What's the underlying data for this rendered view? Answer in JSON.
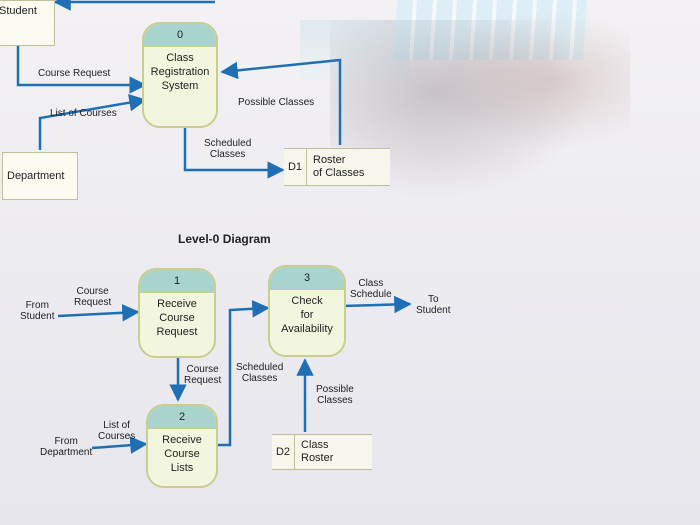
{
  "top_diagram": {
    "entity_student": "Student",
    "entity_department": "Department",
    "process_0": {
      "id": "0",
      "name_lines": [
        "Class",
        "Registration",
        "System"
      ]
    },
    "store_d1": {
      "id": "D1",
      "name_lines": [
        "Roster",
        "of Classes"
      ]
    },
    "flow_course_request": "Course Request",
    "flow_list_of_courses": "List of Courses",
    "flow_possible_classes": "Possible Classes",
    "flow_scheduled_classes": [
      "Scheduled",
      "Classes"
    ]
  },
  "level0": {
    "title": "Level-0 Diagram",
    "process_1": {
      "id": "1",
      "name_lines": [
        "Receive",
        "Course",
        "Request"
      ]
    },
    "process_2": {
      "id": "2",
      "name_lines": [
        "Receive",
        "Course",
        "Lists"
      ]
    },
    "process_3": {
      "id": "3",
      "name_lines": [
        "Check",
        "for",
        "Availability"
      ]
    },
    "store_d2": {
      "id": "D2",
      "name_lines": [
        "Class",
        "Roster"
      ]
    },
    "from_student": [
      "From",
      "Student"
    ],
    "from_department": [
      "From",
      "Department"
    ],
    "to_student": [
      "To",
      "Student"
    ],
    "flow_course_request_in": [
      "Course",
      "Request"
    ],
    "flow_course_request_1_2": [
      "Course",
      "Request"
    ],
    "flow_list_of_courses": [
      "List of",
      "Courses"
    ],
    "flow_scheduled_classes": [
      "Scheduled",
      "Classes"
    ],
    "flow_possible_classes": [
      "Possible",
      "Classes"
    ],
    "flow_class_schedule": [
      "Class",
      "Schedule"
    ]
  },
  "colors": {
    "arrow": "#1e6fb4",
    "process_header": "#a9d4ce",
    "process_fill": "#f3f6df",
    "border": "#c9ce8c"
  }
}
